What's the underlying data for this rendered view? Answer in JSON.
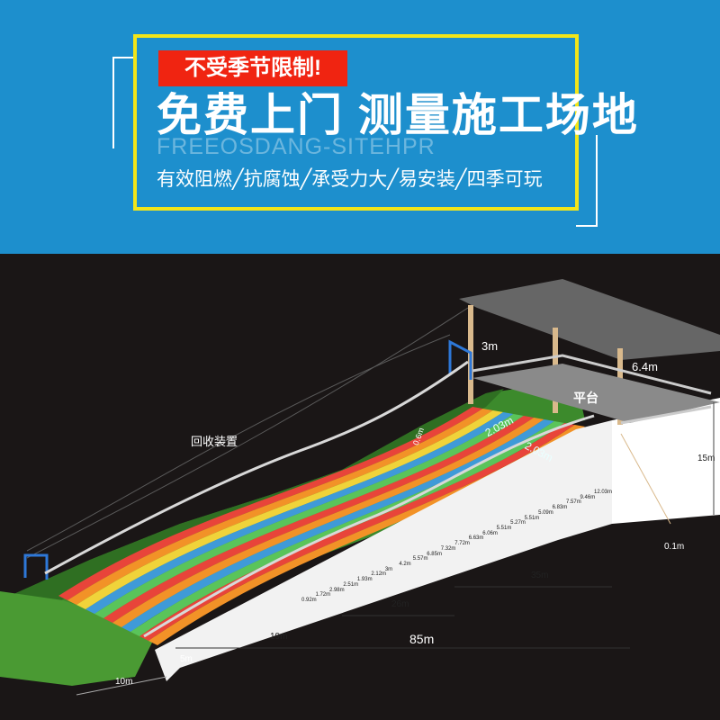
{
  "banner": {
    "tag": "不受季节限制!",
    "headline": "免费上门 测量施工场地",
    "subline_en": "FREEOSDANG-SITEHPR",
    "features": "有效阻燃╱抗腐蚀╱承受力大╱易安装╱四季可玩"
  },
  "diagram": {
    "labels": {
      "recovery_device": "回收装置",
      "platform": "平台",
      "roof_width": "6.4m",
      "rail_height": "3m",
      "height": "15m",
      "total_length": "85m",
      "seg_35": "35m",
      "seg_26": "26m",
      "seg_19": "19m",
      "seg_5": "5m",
      "seg_10": "10m",
      "gap": "0.1m",
      "lane_width_1": "2.03m",
      "lane_width_2": "2.03m",
      "top_small": "0.6m"
    },
    "heights": [
      "12.03m",
      "9.46m",
      "7.57m",
      "6.83m",
      "5.09m",
      "5.51m",
      "5.27m",
      "5.51m",
      "6.06m",
      "6.63m",
      "7.72m",
      "7.32m",
      "6.85m",
      "5.57m",
      "4.2m",
      "3m",
      "2.12m",
      "1.93m",
      "2.51m",
      "2.98m",
      "1.72m",
      "0.92m"
    ],
    "colors": {
      "banner": "#1d8fcd",
      "frame": "#f2e51a",
      "tag": "#f02411",
      "lanes": [
        "#e8443a",
        "#f29227",
        "#f0d33a",
        "#3f9ad8",
        "#5ac45a",
        "#e8443a",
        "#f29227",
        "#3f9ad8",
        "#5ac45a",
        "#e8443a",
        "#f29227"
      ]
    }
  }
}
